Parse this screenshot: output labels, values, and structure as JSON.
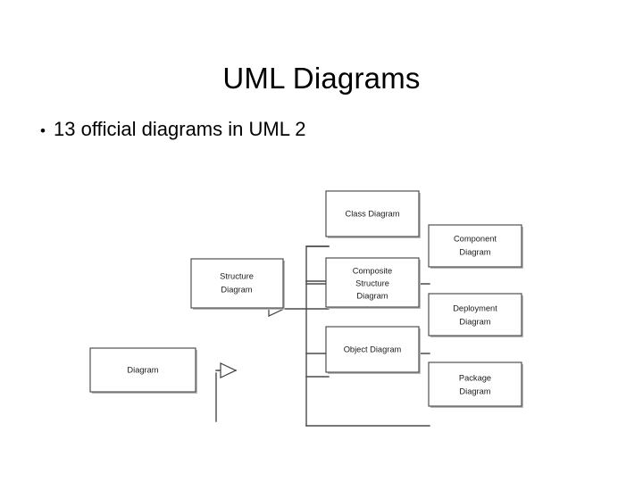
{
  "slide": {
    "title": "UML Diagrams",
    "bullets": [
      {
        "marker": "•",
        "text": "13 official diagrams in UML 2"
      }
    ]
  },
  "diagram": {
    "type": "uml-class-hierarchy",
    "relationship": "generalization",
    "root": {
      "id": "diagram",
      "label_lines": [
        "Diagram"
      ]
    },
    "nodes": [
      {
        "id": "diagram",
        "label_lines": [
          "Diagram"
        ],
        "column": "left"
      },
      {
        "id": "structure-diagram",
        "label_lines": [
          "Structure",
          "Diagram"
        ],
        "column": "middle"
      },
      {
        "id": "class-diagram",
        "label_lines": [
          "Class Diagram"
        ],
        "column": "inner-right"
      },
      {
        "id": "component-diagram",
        "label_lines": [
          "Component",
          "Diagram"
        ],
        "column": "far-right"
      },
      {
        "id": "composite-structure-diagram",
        "label_lines": [
          "Composite",
          "Structure",
          "Diagram"
        ],
        "column": "inner-right"
      },
      {
        "id": "deployment-diagram",
        "label_lines": [
          "Deployment",
          "Diagram"
        ],
        "column": "far-right"
      },
      {
        "id": "object-diagram",
        "label_lines": [
          "Object Diagram"
        ],
        "column": "inner-right"
      },
      {
        "id": "package-diagram",
        "label_lines": [
          "Package",
          "Diagram"
        ],
        "column": "far-right"
      }
    ],
    "edges": [
      {
        "from": "structure-diagram",
        "to": "diagram",
        "kind": "generalization"
      },
      {
        "from": "class-diagram",
        "to": "structure-diagram",
        "kind": "generalization"
      },
      {
        "from": "component-diagram",
        "to": "structure-diagram",
        "kind": "generalization"
      },
      {
        "from": "composite-structure-diagram",
        "to": "structure-diagram",
        "kind": "generalization"
      },
      {
        "from": "deployment-diagram",
        "to": "structure-diagram",
        "kind": "generalization"
      },
      {
        "from": "object-diagram",
        "to": "structure-diagram",
        "kind": "generalization"
      },
      {
        "from": "package-diagram",
        "to": "structure-diagram",
        "kind": "generalization"
      }
    ],
    "labels": {
      "diagram": "Diagram",
      "structure_l1": "Structure",
      "structure_l2": "Diagram",
      "class_l1": "Class Diagram",
      "component_l1": "Component",
      "component_l2": "Diagram",
      "composite_l1": "Composite",
      "composite_l2": "Structure",
      "composite_l3": "Diagram",
      "deployment_l1": "Deployment",
      "deployment_l2": "Diagram",
      "object_l1": "Object Diagram",
      "package_l1": "Package",
      "package_l2": "Diagram"
    }
  },
  "colors": {
    "background": "#ffffff",
    "text": "#000000",
    "box_stroke": "#3f3f3f",
    "box_fill": "#ffffff",
    "box_shadow": "#b9b9b9",
    "line": "#4a4a4a"
  }
}
